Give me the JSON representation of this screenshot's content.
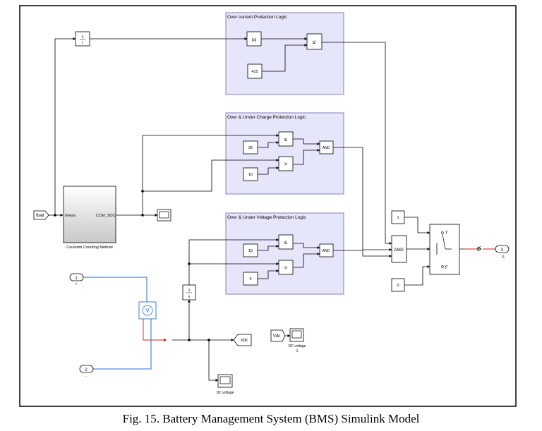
{
  "caption": "Fig. 15. Battery Management System (BMS) Simulink Model",
  "subsystems": {
    "overcurrent": "Over current Protection Logic",
    "charge": "Over & Under Charge Protection Logic",
    "voltage": "Over & Under Voltage Protection Logic"
  },
  "blocks": {
    "ibatt_inport": "Ibatt",
    "coulomb_in": "Imeas",
    "coulomb_out": "CCM_SOC",
    "coulomb_name": "Coulomb Counting Method",
    "gain_num": "1",
    "gain_den": "r",
    "abs": "|u|",
    "le": "≤",
    "gt": ">",
    "const_415": "415",
    "const_95": "95",
    "const_10": "10",
    "const_15": "15",
    "const_9": "9",
    "and": "AND",
    "switch_const_1": "1",
    "switch_const_0": "0",
    "switch_t": "T",
    "switch_f": "F",
    "outport_3": "3",
    "outport_3_label": "S",
    "inport_1": "1",
    "inport_1_label": "+",
    "inport_2": "2",
    "inport_2_label": "-",
    "voltmeter": "V",
    "integrator_num": "1",
    "integrator_den": "s",
    "goto_vdc": "Vdc",
    "from_vdc": "Vdc",
    "scope_dc_label": "DC voltage",
    "scope_dc1_label": "DC voltage",
    "scope_dc1_sub": "1"
  },
  "colors": {
    "subsystem_fill": "#e6e6fa",
    "subsystem_border": "#8080b4",
    "physical_line": "#2a6fd6",
    "red_line": "#cc2222"
  }
}
